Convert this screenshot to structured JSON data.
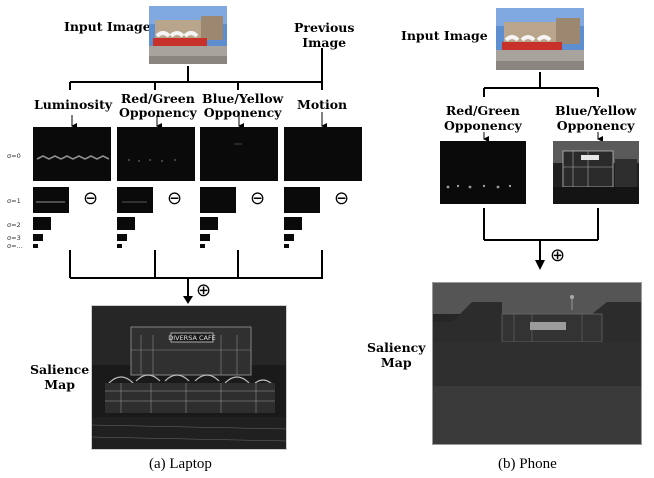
{
  "laptop": {
    "input_label": "Input Image",
    "previous_label": "Previous\nImage",
    "channels": [
      "Luminosity",
      "Red/Green\nOpponency",
      "Blue/Yellow\nOpponency",
      "Motion"
    ],
    "sigma_labels": [
      "σ=0",
      "σ=1",
      "σ=2",
      "σ=3",
      "σ=..."
    ],
    "minus_symbol": "⊖",
    "plus_symbol": "⊕",
    "output_label": "Salience\nMap",
    "sign_text": "DIVERSA CAFE",
    "caption": "(a)  Laptop"
  },
  "phone": {
    "input_label": "Input Image",
    "channels": [
      "Red/Green\nOpponency",
      "Blue/Yellow\nOpponency"
    ],
    "plus_symbol": "⊕",
    "output_label": "Saliency\nMap",
    "caption": "(b)  Phone"
  }
}
